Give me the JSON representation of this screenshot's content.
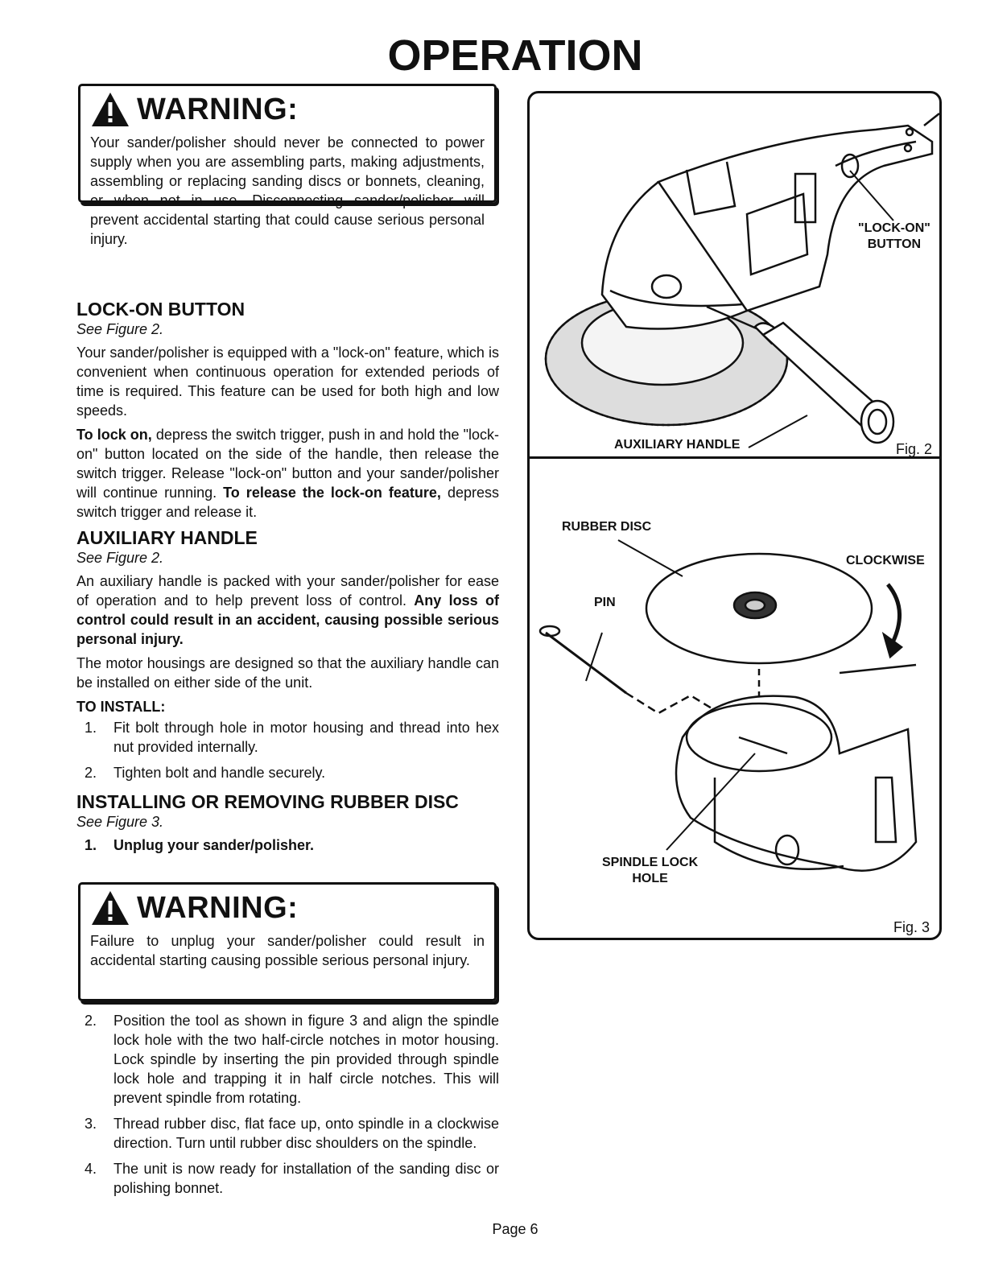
{
  "page": {
    "title": "OPERATION",
    "number": "Page 6"
  },
  "warning1": {
    "title": "WARNING:",
    "text": "Your sander/polisher should never be connected to power supply when you are assembling parts, making adjustments, assembling or replacing sanding discs or bonnets, cleaning, or when not in use. Disconnecting sander/polisher will prevent accidental starting that could cause serious personal injury."
  },
  "lock_on": {
    "heading": "LOCK-ON BUTTON",
    "see": "See Figure 2.",
    "para1": "Your sander/polisher is equipped with a \"lock-on\" feature, which is convenient when continuous operation for extended periods of time is required. This feature can be used for both high and low speeds.",
    "para2_b1": "To lock on,",
    "para2_t1": " depress the switch trigger, push in and hold the \"lock-on\" button located on the side of the handle, then release the switch trigger. Release \"lock-on\" button and your sander/polisher will continue running. ",
    "para2_b2": "To release the lock-on feature,",
    "para2_t2": " depress switch trigger and release it."
  },
  "aux_handle": {
    "heading": "AUXILIARY HANDLE",
    "see": "See Figure 2.",
    "para1_t": "An auxiliary handle is packed with your sander/polisher for ease of operation and to help prevent loss of control. ",
    "para1_b": "Any loss of control could result in an accident, causing possible serious personal injury.",
    "para2": "The motor housings are designed so that the auxiliary handle can be installed on either side of the unit.",
    "install_head": "TO INSTALL:",
    "steps": [
      {
        "n": "1.",
        "t": "Fit bolt through hole in motor housing and thread into hex nut provided internally."
      },
      {
        "n": "2.",
        "t": "Tighten bolt and handle securely."
      }
    ]
  },
  "rubber_disc": {
    "heading": "INSTALLING OR REMOVING RUBBER DISC",
    "see": "See Figure 3.",
    "step1_n": "1.",
    "step1_t": "Unplug your sander/polisher.",
    "steps": [
      {
        "n": "2.",
        "t": "Position the tool as shown in figure 3 and align the spindle lock hole with the two half-circle notches in motor housing. Lock spindle by inserting the pin provided through spindle lock hole and trapping it in half circle notches. This will prevent spindle from rotating."
      },
      {
        "n": "3.",
        "t": "Thread rubber disc, flat face up, onto spindle in a clockwise direction. Turn until rubber disc shoulders on the spindle."
      },
      {
        "n": "4.",
        "t": "The unit is now ready for installation of the sanding disc or polishing bonnet."
      }
    ]
  },
  "warning2": {
    "title": "WARNING:",
    "text": "Failure to unplug your sander/polisher could result in accidental starting causing possible serious personal injury."
  },
  "figures": {
    "fig2": {
      "lock_on_label_1": "\"LOCK-ON\"",
      "lock_on_label_2": "BUTTON",
      "aux_label": "AUXILIARY HANDLE",
      "caption": "Fig. 2"
    },
    "fig3": {
      "rubber_disc_label": "RUBBER DISC",
      "clockwise_label": "CLOCKWISE",
      "pin_label": "PIN",
      "spindle_label_1": "SPINDLE LOCK",
      "spindle_label_2": "HOLE",
      "caption": "Fig. 3"
    }
  }
}
